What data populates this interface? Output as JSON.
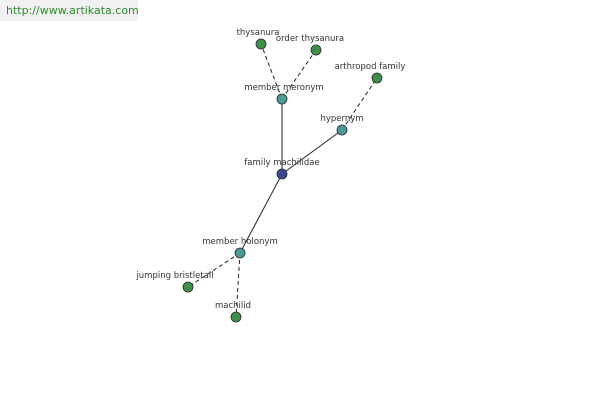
{
  "watermark": {
    "url": "http://www.artikata.com"
  },
  "colors": {
    "center": "#3a4a8e",
    "relation": "#4a9a96",
    "leaf": "#3f8f4a",
    "watermark_text": "#2d8a2d"
  },
  "graph": {
    "nodes": [
      {
        "id": "center",
        "label": "family machilidae",
        "kind": "center"
      },
      {
        "id": "member-meronym",
        "label": "member meronym",
        "kind": "relation"
      },
      {
        "id": "hypernym",
        "label": "hypernym",
        "kind": "relation"
      },
      {
        "id": "member-holonym",
        "label": "member holonym",
        "kind": "relation"
      },
      {
        "id": "thysanura",
        "label": "thysanura",
        "kind": "leaf"
      },
      {
        "id": "order-thysanura",
        "label": "order thysanura",
        "kind": "leaf"
      },
      {
        "id": "arthropod-family",
        "label": "arthropod family",
        "kind": "leaf"
      },
      {
        "id": "jumping-bristletail",
        "label": "jumping bristletail",
        "kind": "leaf"
      },
      {
        "id": "machilid",
        "label": "machilid",
        "kind": "leaf"
      }
    ],
    "edges": [
      {
        "from": "center",
        "to": "member-meronym",
        "style": "solid"
      },
      {
        "from": "center",
        "to": "hypernym",
        "style": "solid"
      },
      {
        "from": "center",
        "to": "member-holonym",
        "style": "solid"
      },
      {
        "from": "member-meronym",
        "to": "thysanura",
        "style": "dashed"
      },
      {
        "from": "member-meronym",
        "to": "order-thysanura",
        "style": "dashed"
      },
      {
        "from": "hypernym",
        "to": "arthropod-family",
        "style": "dashed"
      },
      {
        "from": "member-holonym",
        "to": "jumping-bristletail",
        "style": "dashed"
      },
      {
        "from": "member-holonym",
        "to": "machilid",
        "style": "dashed"
      }
    ]
  }
}
